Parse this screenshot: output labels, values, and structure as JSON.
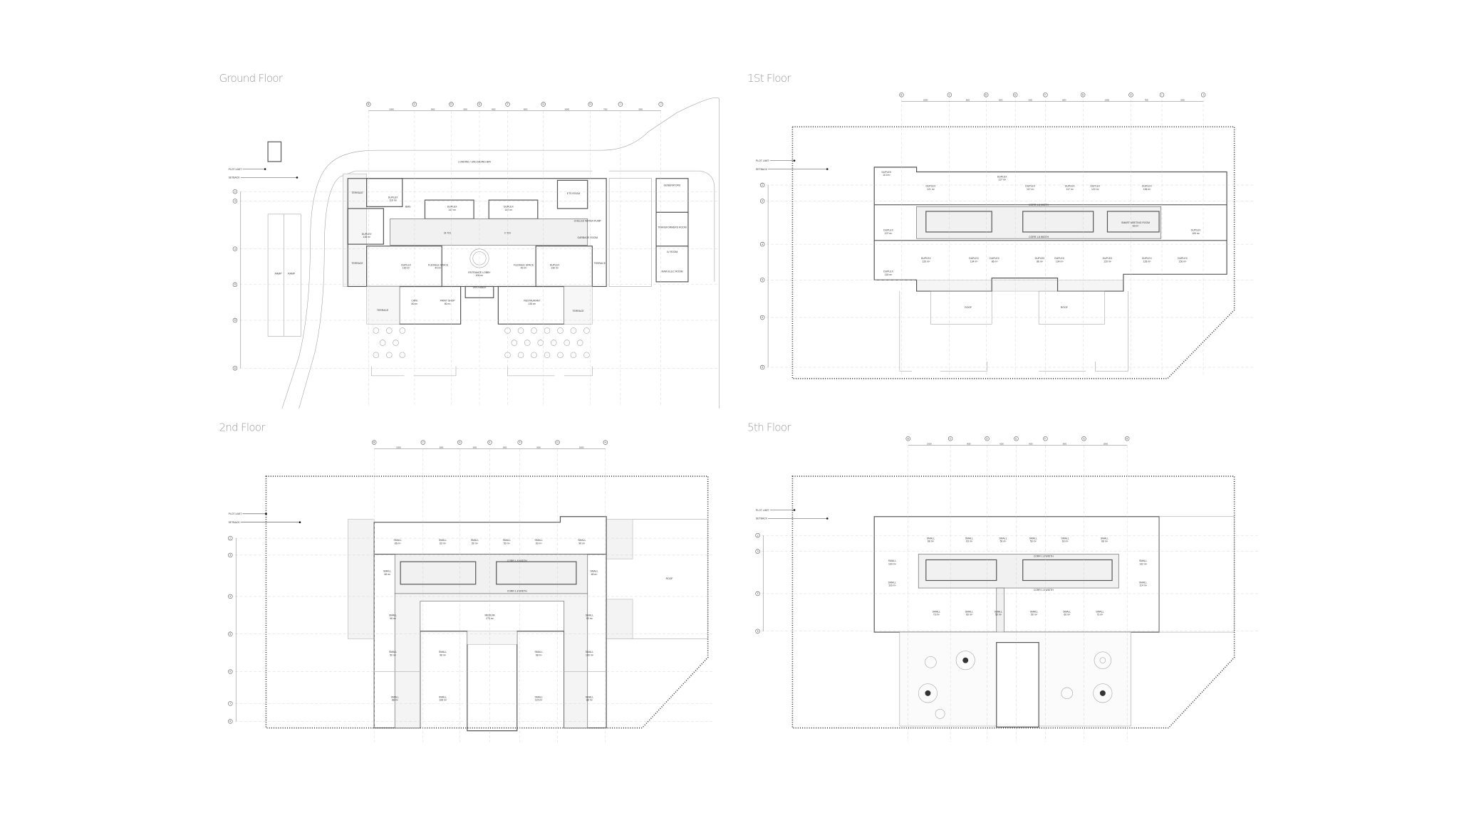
{
  "floors": [
    {
      "title": "Ground Floor",
      "plot_limit": "PLOT LIMIT",
      "setback": "SETBACK",
      "grid_cols": [
        "B",
        "C",
        "D",
        "E",
        "F",
        "G",
        "H",
        "I",
        "J"
      ],
      "dims": [
        "10000",
        "8000",
        "6000",
        "6000",
        "8000",
        "10000",
        "7500",
        "8000"
      ],
      "grid_rows": [
        "2",
        "3",
        "4",
        "5",
        "6",
        "8"
      ],
      "rooms": [
        {
          "name": "LOADING / UNLOADING BAY",
          "area": ""
        },
        {
          "name": "TERRACE",
          "area": ""
        },
        {
          "name": "DUPLEX",
          "area": "110 m²"
        },
        {
          "name": "DUPLEX",
          "area": "147 m²"
        },
        {
          "name": "DUPLEX",
          "area": "147 m²"
        },
        {
          "name": "ETS ROOM",
          "area": ""
        },
        {
          "name": "CHILLED WATER PUMP",
          "area": ""
        },
        {
          "name": "GARBAGE ROOM",
          "area": ""
        },
        {
          "name": "DUPLEX",
          "area": "116 m²"
        },
        {
          "name": "TERRACE",
          "area": ""
        },
        {
          "name": "DUPLEX",
          "area": "130 m²"
        },
        {
          "name": "FLEXIBLE SPACE",
          "area": "49 m²"
        },
        {
          "name": "ENTRANCE LOBBY",
          "area": "106 m²"
        },
        {
          "name": "FLEXIBLE SPACE",
          "area": "49 m²"
        },
        {
          "name": "DUPLEX",
          "area": "130 m²"
        },
        {
          "name": "TERRACE",
          "area": ""
        },
        {
          "name": "VESTIBULE",
          "area": ""
        },
        {
          "name": "CAFE",
          "area": "80 m²"
        },
        {
          "name": "PRINT SHOP",
          "area": "80 m²"
        },
        {
          "name": "RESTAURANT",
          "area": "130 m²"
        },
        {
          "name": "TERRACE",
          "area": ""
        },
        {
          "name": "TERRACE",
          "area": ""
        },
        {
          "name": "GENERATORS",
          "area": ""
        },
        {
          "name": "TRANSFORMERS ROOM",
          "area": ""
        },
        {
          "name": "LV ROOM",
          "area": ""
        },
        {
          "name": "MAIN ELEC ROOM",
          "area": ""
        },
        {
          "name": "M.TOI",
          "area": ""
        },
        {
          "name": "F.TOI",
          "area": ""
        },
        {
          "name": "BMS",
          "area": ""
        },
        {
          "name": "RAMP",
          "area": ""
        },
        {
          "name": "RAMP",
          "area": ""
        }
      ]
    },
    {
      "title": "1St Floor",
      "plot_limit": "PLOT LIMIT",
      "setback": "SETBACK",
      "grid_cols": [
        "B",
        "C",
        "D",
        "E",
        "F",
        "G",
        "H",
        "I",
        "J"
      ],
      "dims": [
        "10000",
        "8000",
        "6000",
        "6000",
        "8000",
        "10000",
        "7500",
        "8000"
      ],
      "grid_rows": [
        "2",
        "3",
        "4",
        "5",
        "6",
        "8"
      ],
      "rooms": [
        {
          "name": "DUPLEX",
          "area": "113 m²"
        },
        {
          "name": "DUPLEX",
          "area": "121 m²"
        },
        {
          "name": "DUPLEX",
          "area": "117 m²"
        },
        {
          "name": "DUPLEX",
          "area": "117 m²"
        },
        {
          "name": "DUPLEX",
          "area": "117 m²"
        },
        {
          "name": "DUPLEX",
          "area": "122 m²"
        },
        {
          "name": "DUPLEX",
          "area": "136 m²"
        },
        {
          "name": "DUPLEX",
          "area": "107 m²"
        },
        {
          "name": "SMART MEETING ROOM",
          "area": "83 m²"
        },
        {
          "name": "DUPLEX",
          "area": "109 m²"
        },
        {
          "name": "DUPLEX",
          "area": "120 m²"
        },
        {
          "name": "DUPLEX",
          "area": "134 m²"
        },
        {
          "name": "DUPLEX",
          "area": "86 m²"
        },
        {
          "name": "DUPLEX",
          "area": "86 m²"
        },
        {
          "name": "DUPLEX",
          "area": "134 m²"
        },
        {
          "name": "DUPLEX",
          "area": "120 m²"
        },
        {
          "name": "DUPLEX",
          "area": "128 m²"
        },
        {
          "name": "DUPLEX",
          "area": "150 m²"
        },
        {
          "name": "DUPLEX",
          "area": "118 m²"
        },
        {
          "name": "ROOF",
          "area": ""
        },
        {
          "name": "ROOF",
          "area": ""
        },
        {
          "name": "CORR 1.8 WIDTH",
          "area": ""
        },
        {
          "name": "CORR 1.8 WIDTH",
          "area": ""
        }
      ]
    },
    {
      "title": "2nd Floor",
      "plot_limit": "PLOT LIMIT",
      "setback": "SETBACK",
      "grid_cols": [
        "B",
        "C",
        "D",
        "E",
        "F",
        "G",
        "H"
      ],
      "dims": [
        "10000",
        "8000",
        "6000",
        "6000",
        "8000",
        "10000"
      ],
      "grid_rows": [
        "2",
        "3",
        "4",
        "5",
        "6",
        "7",
        "8"
      ],
      "rooms": [
        {
          "name": "SMALL",
          "area": "86 m²"
        },
        {
          "name": "SMALL",
          "area": "63 m²"
        },
        {
          "name": "SMALL",
          "area": "50 m²"
        },
        {
          "name": "SMALL",
          "area": "50 m²"
        },
        {
          "name": "SMALL",
          "area": "63 m²"
        },
        {
          "name": "SMALL",
          "area": "96 m²"
        },
        {
          "name": "SMALL",
          "area": "48 m²"
        },
        {
          "name": "SMALL",
          "area": "48 m²"
        },
        {
          "name": "SMALL",
          "area": "98 m²"
        },
        {
          "name": "MEDIUM",
          "area": "273 m²"
        },
        {
          "name": "SMALL",
          "area": "53 m²"
        },
        {
          "name": "SMALL",
          "area": "50 m²"
        },
        {
          "name": "SMALL",
          "area": "98 m²"
        },
        {
          "name": "SMALL",
          "area": "98 m²"
        },
        {
          "name": "SMALL",
          "area": "100 m²"
        },
        {
          "name": "SMALL",
          "area": "88 m²"
        },
        {
          "name": "SMALL",
          "area": "108 m²"
        },
        {
          "name": "SMALL",
          "area": "115 m²"
        },
        {
          "name": "SMALL",
          "area": "88 m²"
        },
        {
          "name": "ROOF",
          "area": ""
        },
        {
          "name": "CORR 1.8 WIDTH",
          "area": ""
        },
        {
          "name": "CORR 1.8 WIDTH",
          "area": ""
        }
      ]
    },
    {
      "title": "5th Floor",
      "plot_limit": "PLOT LIMIT",
      "setback": "SETBACK",
      "grid_cols": [
        "B",
        "C",
        "D",
        "E",
        "F",
        "G",
        "H"
      ],
      "dims": [
        "10000",
        "8000",
        "6000",
        "6000",
        "8000",
        "10000"
      ],
      "grid_rows": [
        "2",
        "3",
        "4",
        "5"
      ],
      "rooms": [
        {
          "name": "SMALL",
          "area": "68 m²"
        },
        {
          "name": "SMALL",
          "area": "63 m²"
        },
        {
          "name": "SMALL",
          "area": "50 m²"
        },
        {
          "name": "SMALL",
          "area": "50 m²"
        },
        {
          "name": "SMALL",
          "area": "63 m²"
        },
        {
          "name": "SMALL",
          "area": "68 m²"
        },
        {
          "name": "SMALL",
          "area": "103 m²"
        },
        {
          "name": "SMALL",
          "area": "132 m²"
        },
        {
          "name": "SMALL",
          "area": "116 m²"
        },
        {
          "name": "SMALL",
          "area": "114 m²"
        },
        {
          "name": "SMALL",
          "area": "73 m²"
        },
        {
          "name": "SMALL",
          "area": "60 m²"
        },
        {
          "name": "SMALL",
          "area": "50 m²"
        },
        {
          "name": "SMALL",
          "area": "50 m²"
        },
        {
          "name": "SMALL",
          "area": "60 m²"
        },
        {
          "name": "SMALL",
          "area": "73 m²"
        },
        {
          "name": "CORR 1.8 WIDTH",
          "area": ""
        },
        {
          "name": "CORR 1.8 WIDTH",
          "area": ""
        }
      ]
    }
  ],
  "colors": {
    "title": "#9a9a9a",
    "line": "#555555",
    "plot": "#333333"
  }
}
